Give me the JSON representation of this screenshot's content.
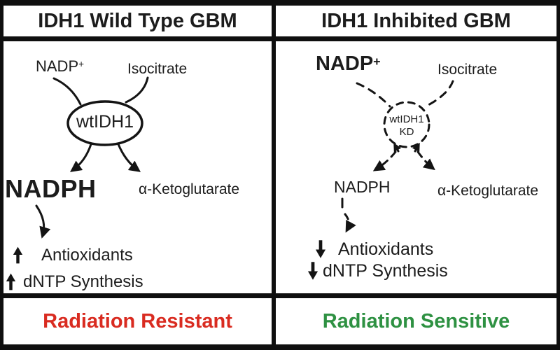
{
  "colors": {
    "ink": "#1c1c1c",
    "line": "#141414",
    "resistant_red": "#d92b20",
    "sensitive_green": "#2e9142",
    "border_black": "#0f0f0f",
    "background": "#ffffff"
  },
  "panels": {
    "left": {
      "title": "IDH1 Wild Type GBM",
      "nadp": "NADP",
      "nadp_sup": "+",
      "isocitrate": "Isocitrate",
      "enzyme": "wtIDH1",
      "nadph": "NADPH",
      "ketoglutarate": "α-Ketoglutarate",
      "effects": [
        {
          "direction": "up",
          "label": "Antioxidants"
        },
        {
          "direction": "up",
          "label": "dNTP Synthesis"
        }
      ],
      "footer": "Radiation Resistant"
    },
    "right": {
      "title": "IDH1 Inhibited GBM",
      "nadp": "NADP",
      "nadp_sup": "+",
      "isocitrate": "Isocitrate",
      "enzyme_line1": "wtIDH1",
      "enzyme_line2": "KD",
      "nadph": "NADPH",
      "ketoglutarate": "α-Ketoglutarate",
      "effects": [
        {
          "direction": "down",
          "label": "Antioxidants"
        },
        {
          "direction": "down",
          "label": "dNTP Synthesis"
        }
      ],
      "footer": "Radiation Sensitive"
    }
  }
}
